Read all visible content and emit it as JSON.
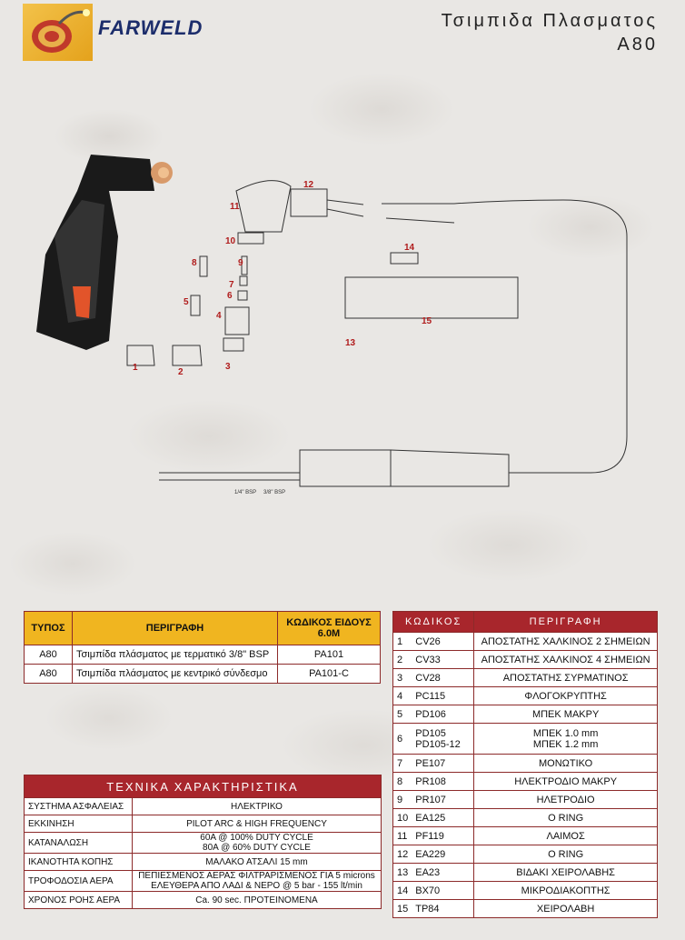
{
  "header": {
    "brand": "FARWELD",
    "title_line1": "Τσιμπιδα Πλασματος",
    "title_line2": "A80"
  },
  "parts_labels": [
    "1",
    "2",
    "3",
    "4",
    "5",
    "6",
    "7",
    "8",
    "9",
    "10",
    "11",
    "12",
    "13",
    "14",
    "15"
  ],
  "models_table": {
    "headers": [
      "ΤΥΠΟΣ",
      "ΠΕΡΙΓΡΑΦΗ",
      "ΚΩΔΙΚΟΣ ΕΙΔΟΥΣ 6.0M"
    ],
    "rows": [
      {
        "type": "A80",
        "desc": "Τσιμπίδα πλάσματος με τερματικό 3/8\" BSP",
        "code": "PA101"
      },
      {
        "type": "A80",
        "desc": "Τσιμπίδα πλάσματος με κεντρικό σύνδεσμο",
        "code": "PA101-C"
      }
    ]
  },
  "parts_table": {
    "headers": [
      "ΚΩΔΙΚΟΣ",
      "ΠΕΡΙΓΡΑΦΗ"
    ],
    "rows": [
      {
        "n": "1",
        "code": "CV26",
        "desc": "ΑΠΟΣΤΑΤΗΣ ΧΑΛΚΙΝΟΣ 2 ΣΗΜΕΙΩΝ"
      },
      {
        "n": "2",
        "code": "CV33",
        "desc": "ΑΠΟΣΤΑΤΗΣ ΧΑΛΚΙΝΟΣ 4 ΣΗΜΕΙΩΝ"
      },
      {
        "n": "3",
        "code": "CV28",
        "desc": "ΑΠΟΣΤΑΤΗΣ ΣΥΡΜΑΤΙΝΟΣ"
      },
      {
        "n": "4",
        "code": "PC115",
        "desc": "ΦΛΟΓΟΚΡΥΠΤΗΣ"
      },
      {
        "n": "5",
        "code": "PD106",
        "desc": "ΜΠΕΚ ΜΑΚΡΥ"
      },
      {
        "n": "6",
        "code": "PD105\nPD105-12",
        "desc": "ΜΠΕΚ 1.0 mm\nΜΠΕΚ 1.2 mm"
      },
      {
        "n": "7",
        "code": "PE107",
        "desc": "ΜΟΝΩΤΙΚΟ"
      },
      {
        "n": "8",
        "code": "PR108",
        "desc": "ΗΛΕΚΤΡΟΔΙΟ ΜΑΚΡΥ"
      },
      {
        "n": "9",
        "code": "PR107",
        "desc": "ΗΛΕΤΡΟΔΙΟ"
      },
      {
        "n": "10",
        "code": "EA125",
        "desc": "O RING"
      },
      {
        "n": "11",
        "code": "PF119",
        "desc": "ΛΑΙΜΟΣ"
      },
      {
        "n": "12",
        "code": "EA229",
        "desc": "O RING"
      },
      {
        "n": "13",
        "code": "EA23",
        "desc": "ΒΙΔΑΚΙ ΧΕΙΡΟΛΑΒΗΣ"
      },
      {
        "n": "14",
        "code": "BX70",
        "desc": "ΜΙΚΡΟΔΙΑΚΟΠΤΗΣ"
      },
      {
        "n": "15",
        "code": "TP84",
        "desc": "ΧΕΙΡΟΛΑΒΗ"
      }
    ]
  },
  "tech_table": {
    "title": "ΤΕΧΝΙΚΑ ΧΑΡΑΚΤΗΡΙΣΤΙΚΑ",
    "rows": [
      {
        "k": "ΣΥΣΤΗΜΑ ΑΣΦΑΛΕΙΑΣ",
        "v": "ΗΛΕΚΤΡΙΚΟ"
      },
      {
        "k": "ΕΚΚΙΝΗΣΗ",
        "v": "PILOT ARC & HIGH FREQUENCY"
      },
      {
        "k": "ΚΑΤΑΝΑΛΩΣΗ",
        "v": "60A @ 100% DUTY CYCLE\n80A @ 60% DUTY CYCLE"
      },
      {
        "k": "ΙΚΑΝΟΤΗΤΑ ΚΟΠΗΣ",
        "v": "ΜΑΛΑΚΟ ΑΤΣΑΛΙ 15 mm"
      },
      {
        "k": "ΤΡΟΦΟΔΟΣΙΑ ΑΕΡΑ",
        "v": "ΠΕΠΙΕΣΜΕΝΟΣ ΑΕΡΑΣ ΦΙΛΤΡΑΡΙΣΜΕΝΟΣ ΓΙΑ 5 microns\nΕΛΕΥΘΕΡΑ ΑΠΟ ΛΑΔΙ & ΝΕΡΟ @ 5 bar  - 155 lt/min"
      },
      {
        "k": "ΧΡΟΝΟΣ ΡΟΗΣ ΑΕΡΑ",
        "v": "Ca. 90 sec. ΠΡΟΤΕΙΝΟΜΕΝΑ"
      }
    ]
  },
  "fitting_labels": {
    "a": "1/4\" BSP",
    "b": "3/8\" BSP"
  }
}
